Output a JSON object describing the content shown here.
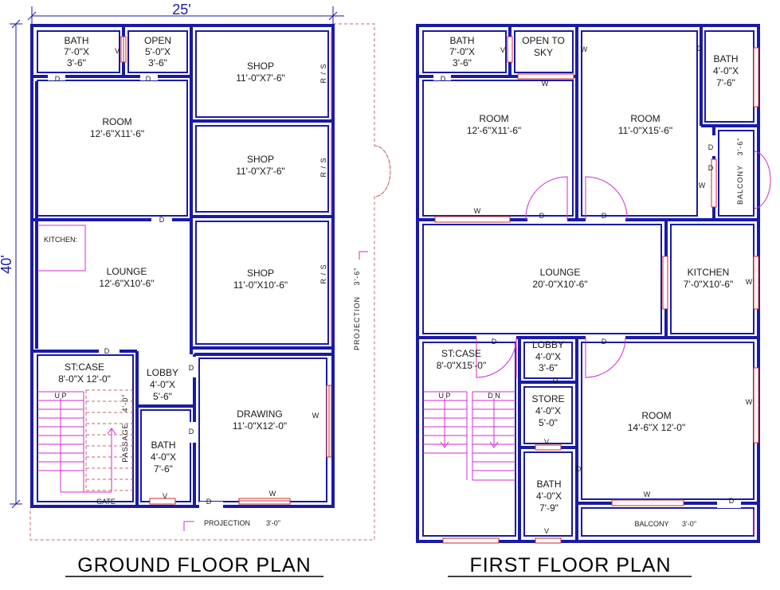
{
  "overall": {
    "width": "25'",
    "depth": "40'"
  },
  "ground": {
    "title": "GROUND FLOOR PLAN",
    "bath1": {
      "name": "BATH",
      "size_a": "7'-0\"X",
      "size_b": "3'-6\""
    },
    "open": {
      "name": "OPEN",
      "size_a": "5'-0\"X",
      "size_b": "3'-6\""
    },
    "shop1": {
      "name": "SHOP",
      "size": "11'-0\"X7'-6\""
    },
    "shop2": {
      "name": "SHOP",
      "size": "11'-0\"X7'-6\""
    },
    "shop3": {
      "name": "SHOP",
      "size": "11'-0\"X10'-6\""
    },
    "room": {
      "name": "ROOM",
      "size": "12'-6\"X11'-6\""
    },
    "kitchen": {
      "name": "KITCHEN:"
    },
    "lounge": {
      "name": "LOUNGE",
      "size": "12'-6\"X10'-6\""
    },
    "stcase": {
      "name": "ST:CASE",
      "size": "8'-0\"X 12'-0\""
    },
    "lobby": {
      "name": "LOBBY",
      "size_a": "4'-0\"X",
      "size_b": "5'-6\""
    },
    "bath2": {
      "name": "BATH",
      "size_a": "4'-0\"X",
      "size_b": "7'-6\""
    },
    "drawing": {
      "name": "DRAWING",
      "size": "11'-0\"X12'-0\""
    },
    "passage": {
      "name": "PASSAGE",
      "width": "4'-0\""
    },
    "gate": "GATE",
    "up": "U P",
    "rs": "R / S",
    "projection_bottom": {
      "label": "PROJECTION",
      "size": "3'-0\""
    },
    "projection_side": {
      "label": "PROJECTION",
      "size": "3'-6\""
    },
    "marks": {
      "door": "D",
      "window": "W",
      "vent": "V"
    }
  },
  "first": {
    "title": "FIRST FLOOR PLAN",
    "bath1": {
      "name": "BATH",
      "size_a": "7'-0\"X",
      "size_b": "3'-6\""
    },
    "open_sky": {
      "name_a": "OPEN TO",
      "name_b": "SKY"
    },
    "bath_right": {
      "name": "BATH",
      "size_a": "4'-0\"X",
      "size_b": "7'-6\""
    },
    "room_left": {
      "name": "ROOM",
      "size": "12'-6\"X11'-6\""
    },
    "room_right": {
      "name": "ROOM",
      "size": "11'-0\"X15'-6\""
    },
    "balcony_side": {
      "label": "BALCONY",
      "size": "3'-6\""
    },
    "lounge": {
      "name": "LOUNGE",
      "size": "20'-0\"X10'-6\""
    },
    "kitchen": {
      "name": "KITCHEN",
      "size": "7'-0\"X10'-6\""
    },
    "lobby": {
      "name": "LOBBY",
      "size_a": "4'-0\"X",
      "size_b": "3'-6\""
    },
    "stcase": {
      "name": "ST:CASE",
      "size": "8'-0\"X15'-0\""
    },
    "store": {
      "name": "STORE",
      "size_a": "4'-0\"X",
      "size_b": "5'-0\""
    },
    "room_bottom": {
      "name": "ROOM",
      "size": "14'-6\"X 12'-0\""
    },
    "bath2": {
      "name": "BATH",
      "size_a": "4'-0\"X",
      "size_b": "7'-9\""
    },
    "balcony_bottom": {
      "label": "BALCONY",
      "size": "3'-0\""
    },
    "up": "U P",
    "dn": "D N",
    "marks": {
      "door": "D",
      "window": "W",
      "vent": "V"
    }
  }
}
